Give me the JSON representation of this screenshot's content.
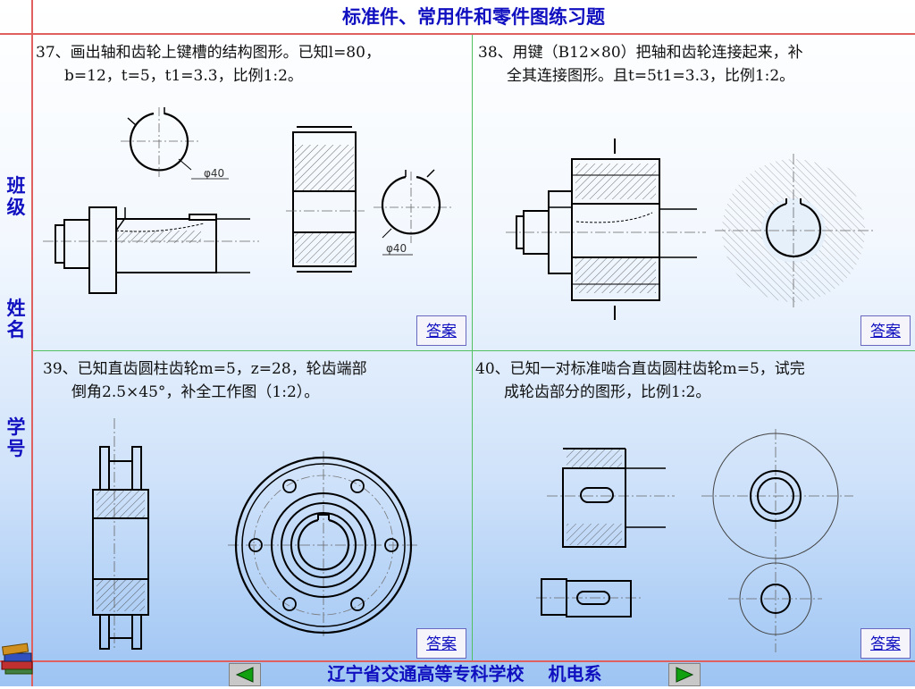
{
  "header": {
    "title": "标准件、常用件和零件图练习题"
  },
  "sidebar": {
    "class_label": "班级",
    "name_label": "姓名",
    "id_label": "学号"
  },
  "questions": [
    {
      "line1": "37、画出轴和齿轮上键槽的结构图形。已知l=80，",
      "line2": "b=12，t=5，t1=3.3，比例1:2。"
    },
    {
      "line1": "38、用键（B12×80）把轴和齿轮连接起来，补",
      "line2": "全其连接图形。且t=5t1=3.3，比例1:2。"
    },
    {
      "line1": "39、已知直齿圆柱齿轮m=5，z=28，轮齿端部",
      "line2": "倒角2.5×45°，补全工作图（1:2）。"
    },
    {
      "line1": "40、已知一对标准啮合直齿圆柱齿轮m=5，试完",
      "line2": "成轮齿部分的图形，比例1:2。"
    }
  ],
  "answer_label": "答案",
  "dimensions": {
    "d40_a": "φ40",
    "d40_b": "φ40"
  },
  "footer": {
    "text": "辽宁省交通高等专科学校 机电系"
  },
  "colors": {
    "title": "#1010c0",
    "grid_red": "#e06060",
    "grid_green": "#50c060"
  }
}
